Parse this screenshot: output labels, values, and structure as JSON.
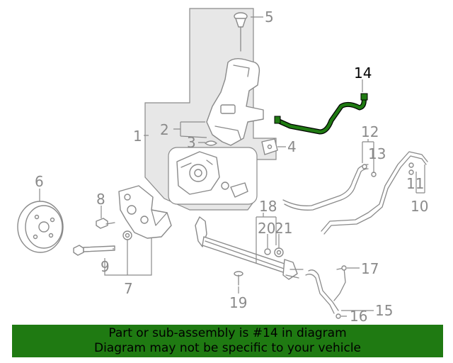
{
  "callouts": {
    "c1": "1",
    "c2": "2",
    "c3": "3",
    "c4": "4",
    "c5": "5",
    "c6": "6",
    "c7": "7",
    "c8": "8",
    "c9": "9",
    "c10": "10",
    "c11": "11",
    "c12": "12",
    "c13": "13",
    "c14": "14",
    "c15": "15",
    "c16": "16",
    "c17": "17",
    "c18": "18",
    "c19": "19",
    "c20": "20",
    "c21": "21"
  },
  "highlight": {
    "part_number": "14",
    "color": "#1f7a12"
  },
  "banner": {
    "line1": "Part or sub-assembly is #14 in diagram",
    "line2": "Diagram may not be specific to your vehicle",
    "background": "#1f7a12"
  }
}
